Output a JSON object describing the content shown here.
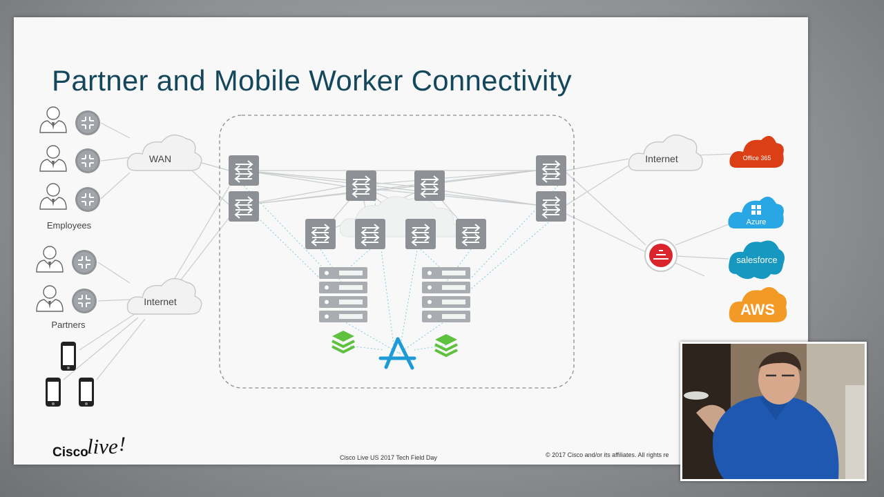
{
  "slide": {
    "title": "Partner and Mobile Worker Connectivity",
    "footer_center": "Cisco Live US 2017 Tech Field Day",
    "footer_right": "© 2017  Cisco and/or its affiliates. All rights re",
    "logo": {
      "brand": "Cisco",
      "event": "live",
      "mark": "!"
    }
  },
  "diagram": {
    "groups": {
      "employees": "Employees",
      "partners": "Partners"
    },
    "clouds": {
      "wan": "WAN",
      "internet_left": "Internet",
      "internet_right": "Internet"
    },
    "services": {
      "office365": "Office 365",
      "azure": "Azure",
      "salesforce": "salesforce",
      "aws": "AWS"
    },
    "colors": {
      "router": "#ffffff",
      "switch": "#8d9094",
      "layers": "#5ec23f",
      "app": "#1e9bd7",
      "office": "#dc3e15",
      "azure": "#29a6e4",
      "salesforce": "#1798c1",
      "aws": "#f39a26",
      "firewall": "#d9252b"
    },
    "icons": [
      "user-icon",
      "router-icon",
      "cloud-icon",
      "switch-icon",
      "server-stack-icon",
      "layers-icon",
      "app-store-icon",
      "smartphone-icon",
      "firewall-icon"
    ]
  },
  "video_overlay": {
    "content": "presenter-camera"
  }
}
